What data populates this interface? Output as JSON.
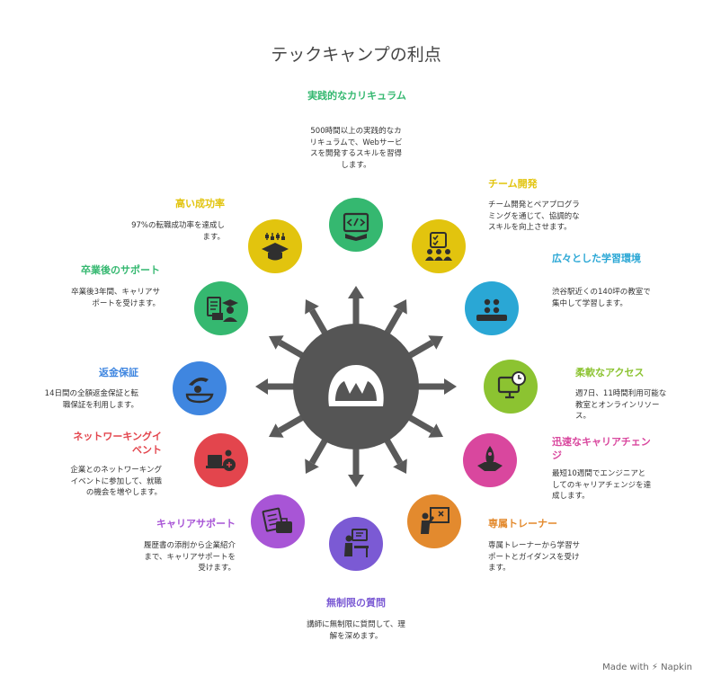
{
  "title": "テックキャンプの利点",
  "watermark": "Made with ⚡ Napkin",
  "colors": {
    "hub": "#555555",
    "arrow": "#5a5a5a",
    "green": "#35b870",
    "yellow": "#e2c40e",
    "blue": "#2aa7d5",
    "lime": "#8cc331",
    "pink": "#d9479e",
    "orange": "#e38a2e",
    "purple": "#7b5ad4",
    "violet": "#a855d6",
    "red": "#e3454d",
    "royal": "#3f86e0"
  },
  "items": [
    {
      "label": "実践的なカリキュラム",
      "desc": "500時間以上の実践的なカリキュラムで、Webサービスを開発するスキルを習得します。",
      "icon": "code-book-icon"
    },
    {
      "label": "チーム開発",
      "desc": "チーム開発とペアプログラミングを通じて、協調的なスキルを向上させます。",
      "icon": "team-checklist-icon"
    },
    {
      "label": "広々とした学習環境",
      "desc": "渋谷駅近くの140坪の教室で集中して学習します。",
      "icon": "classroom-icon"
    },
    {
      "label": "柔軟なアクセス",
      "desc": "週7日、11時間利用可能な教室とオンラインリソース。",
      "icon": "monitor-clock-icon"
    },
    {
      "label": "迅速なキャリアチェンジ",
      "desc": "最短10週間でエンジニアとしてのキャリアチェンジを達成します。",
      "icon": "rocket-icon"
    },
    {
      "label": "専属トレーナー",
      "desc": "専属トレーナーから学習サポートとガイダンスを受けます。",
      "icon": "trainer-board-icon"
    },
    {
      "label": "無制限の質問",
      "desc": "講師に無制限に質問して、理解を深めます。",
      "icon": "desk-question-icon"
    },
    {
      "label": "キャリアサポート",
      "desc": "履歴書の添削から企業紹介まで、キャリアサポートを受けます。",
      "icon": "resume-briefcase-icon"
    },
    {
      "label": "ネットワーキングイベント",
      "desc": "企業とのネットワーキングイベントに参加して、就職の機会を増やします。",
      "icon": "networking-icon"
    },
    {
      "label": "返金保証",
      "desc": "14日間の全額返金保証と転職保証を利用します。",
      "icon": "money-hand-icon"
    },
    {
      "label": "卒業後のサポート",
      "desc": "卒業後3年間、キャリアサポートを受けます。",
      "icon": "graduate-document-icon"
    },
    {
      "label": "高い成功率",
      "desc": "97%の転職成功率を達成します。",
      "icon": "graduation-cap-icon"
    }
  ]
}
